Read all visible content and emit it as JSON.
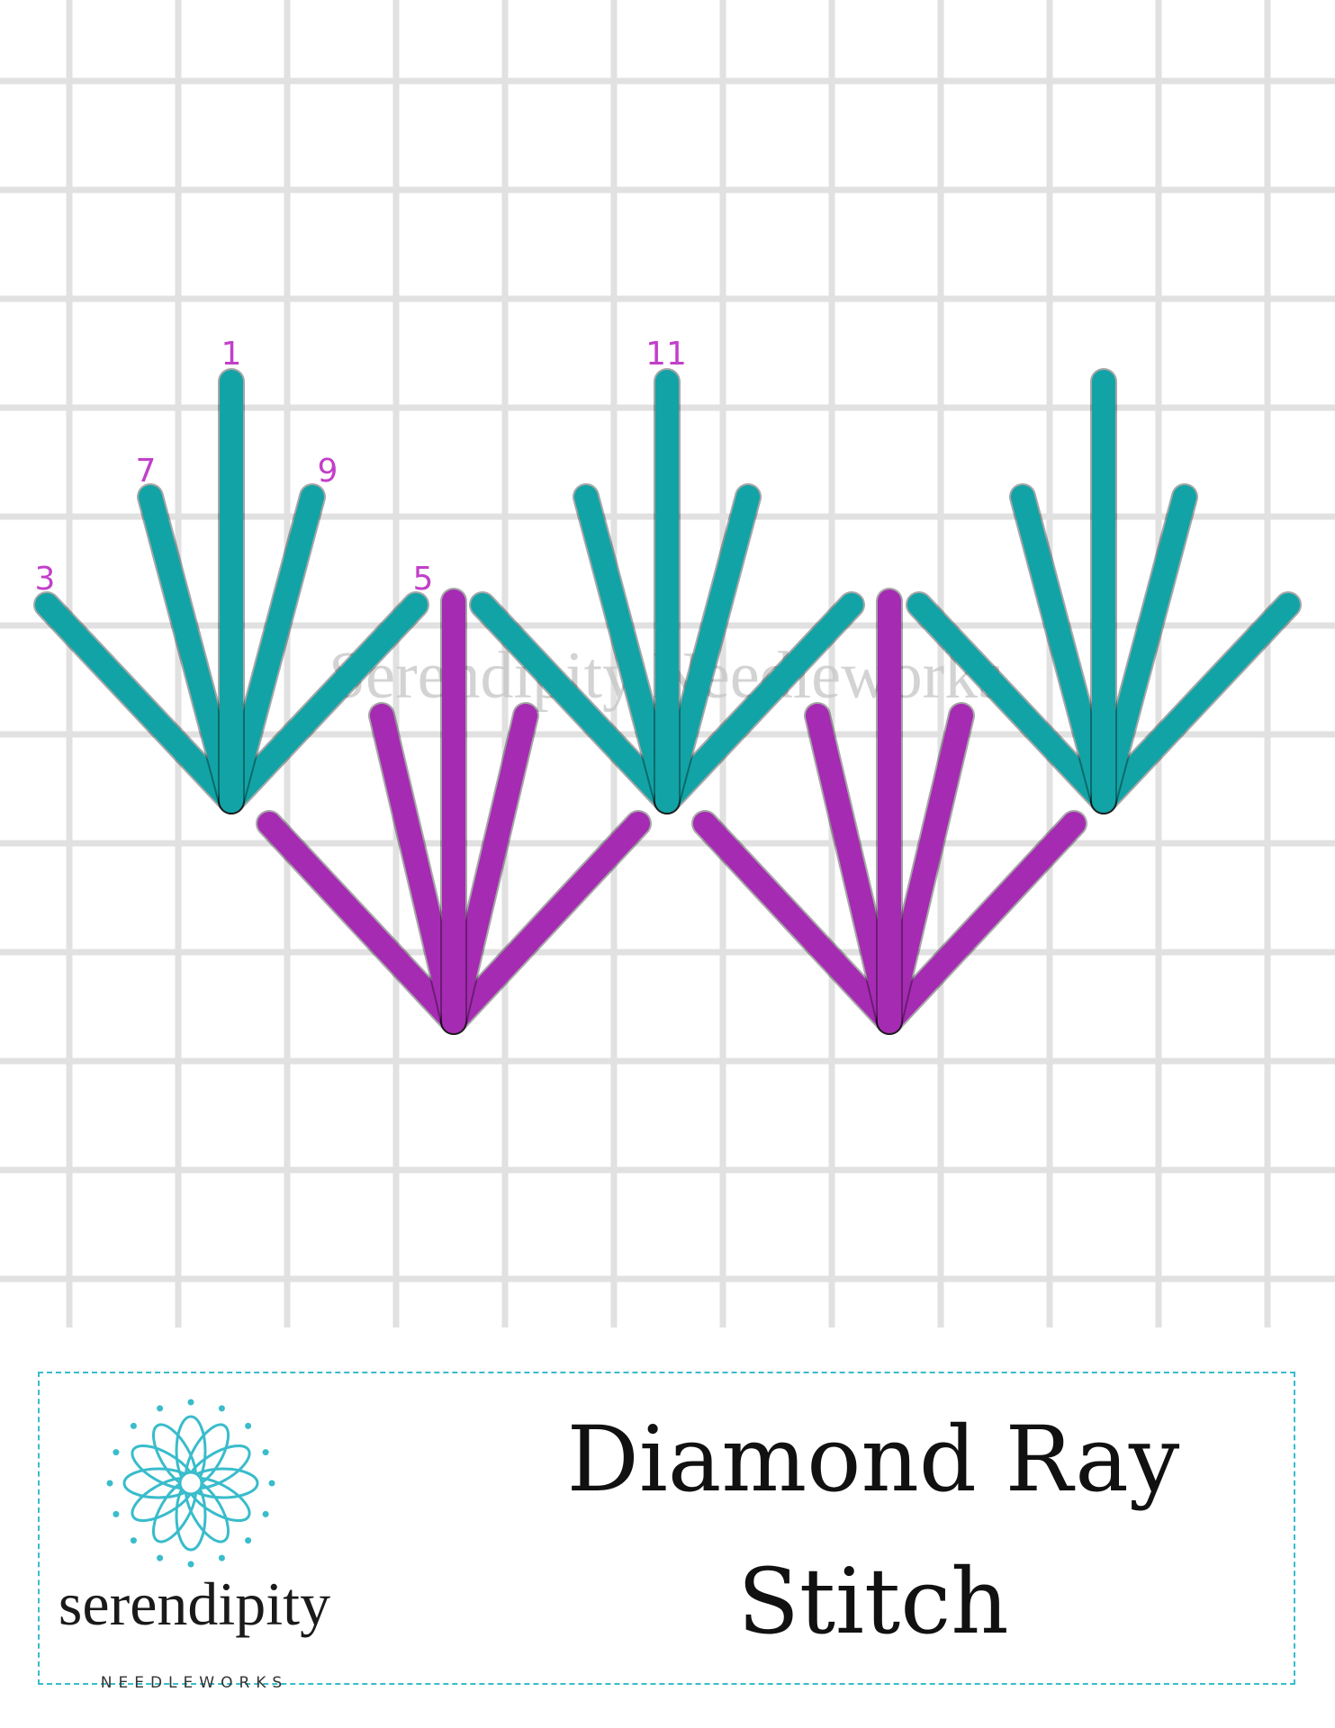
{
  "title_lines": [
    "Diamond Ray",
    "Stitch"
  ],
  "watermark": "Serendipity Needleworks",
  "brand": {
    "name": "serendipity",
    "subtitle": "NEEDLEWORKS"
  },
  "colors": {
    "teal": "#12a3a6",
    "magenta": "#a52bb2",
    "grid": "#e1e1e1",
    "label": "#c23fc9",
    "frame": "#39bccb"
  },
  "stitch_labels": [
    "1",
    "7",
    "9",
    "3",
    "5",
    "11"
  ],
  "units": [
    {
      "color": "teal"
    },
    {
      "color": "teal"
    },
    {
      "color": "teal"
    },
    {
      "color": "magenta"
    },
    {
      "color": "magenta"
    }
  ]
}
